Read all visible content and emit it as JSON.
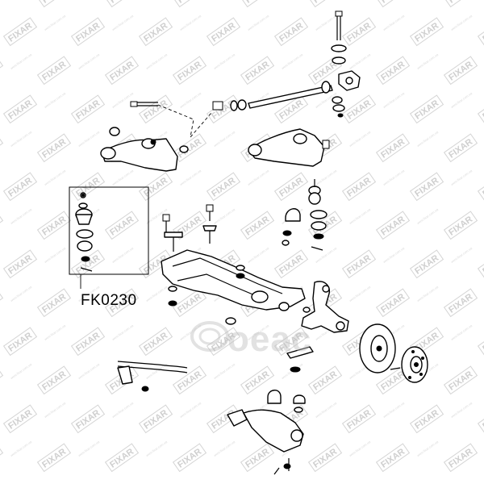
{
  "watermark": {
    "brand": "FIXAR",
    "tagline": "www.fixar.com.ua",
    "center_text": "oeac"
  },
  "callout": {
    "part_number": "FK0230"
  },
  "colors": {
    "line": "#000000",
    "watermark": "#cfcfcf",
    "background": "#ffffff"
  }
}
